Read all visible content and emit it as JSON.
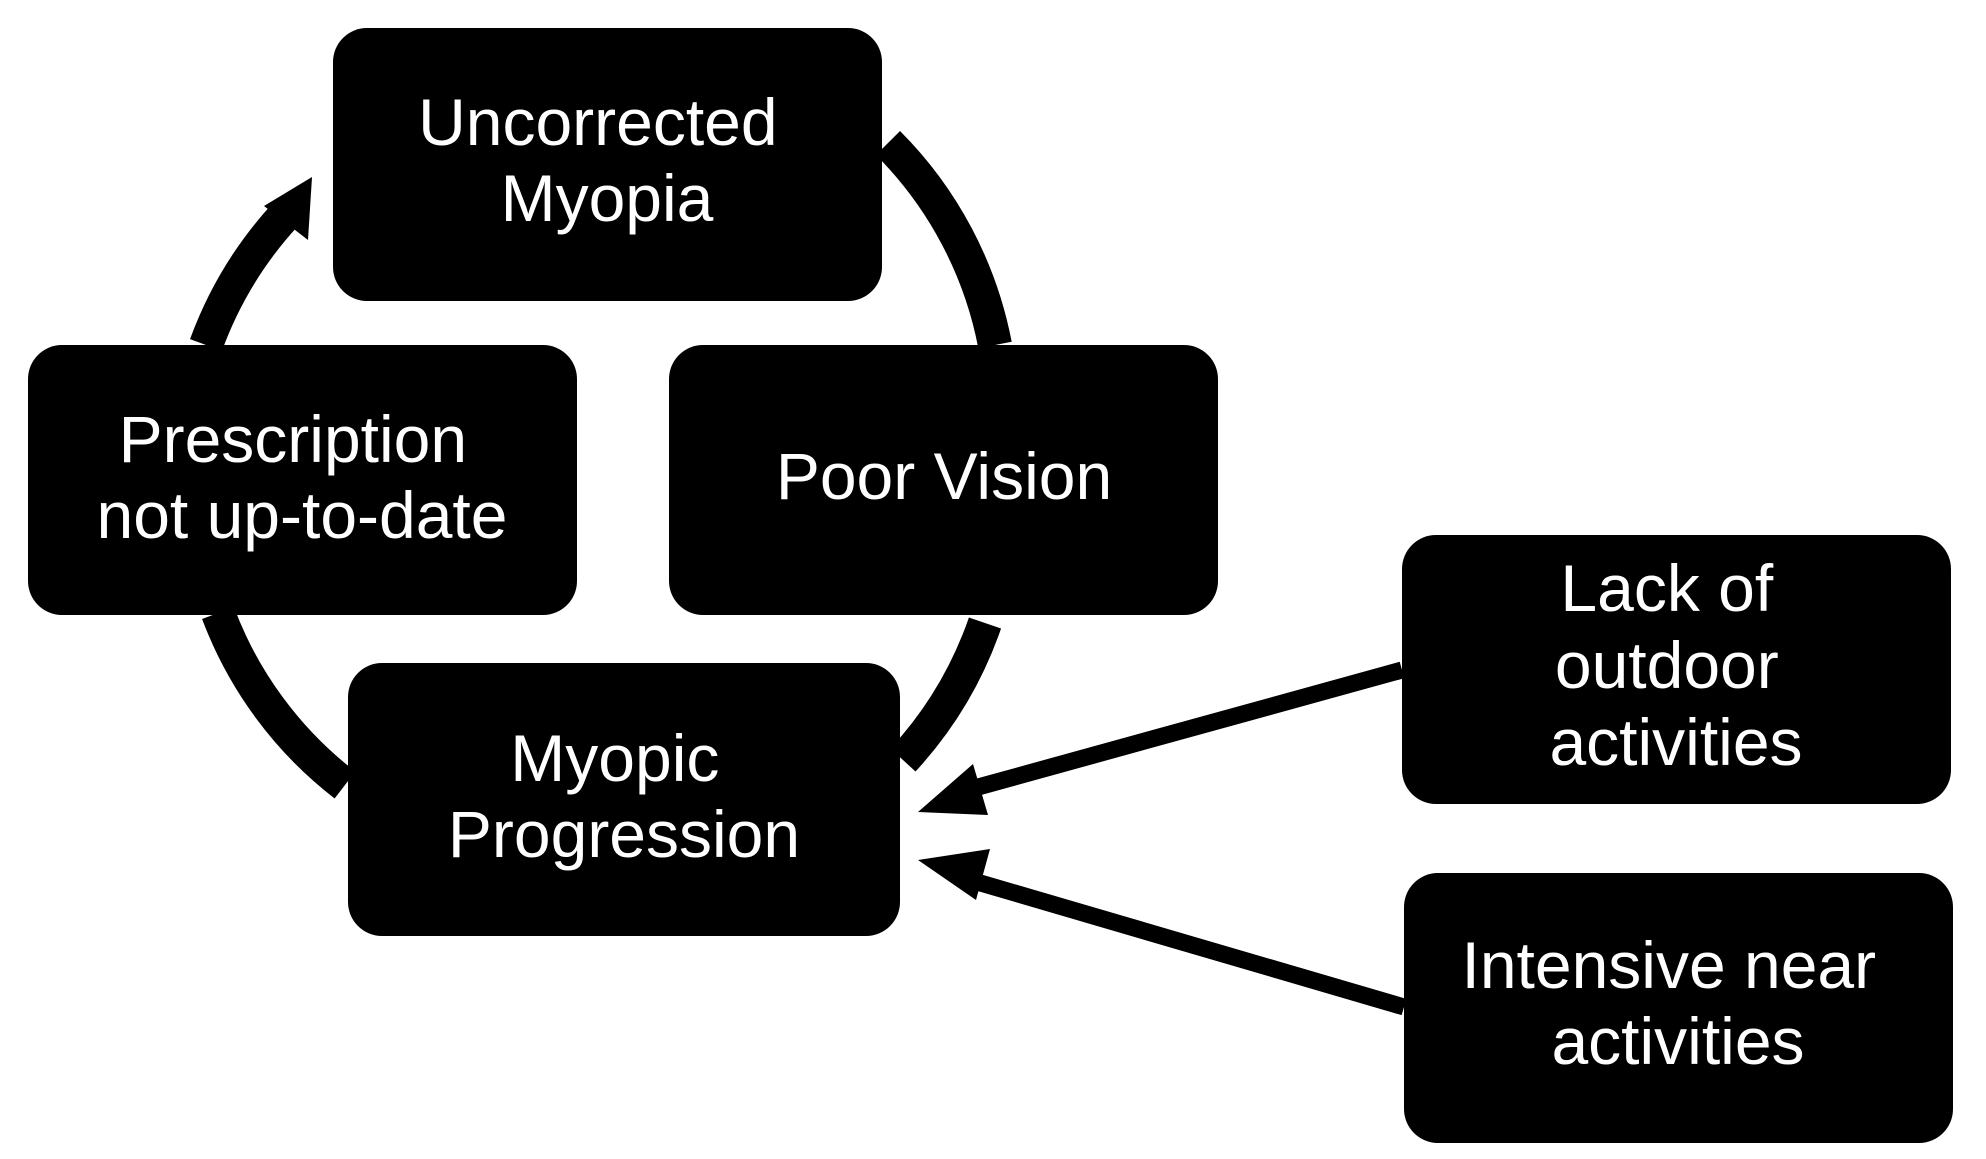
{
  "nodes": {
    "uncorrected": {
      "lines": [
        "Uncorrected",
        "Myopia"
      ]
    },
    "poor_vision": {
      "lines": [
        "Poor Vision"
      ]
    },
    "progression": {
      "lines": [
        "Myopic",
        "Progression"
      ]
    },
    "prescription": {
      "lines": [
        "Prescription",
        "not up-to-date"
      ]
    },
    "outdoor": {
      "lines": [
        "Lack of",
        "outdoor",
        "activities"
      ]
    },
    "near": {
      "lines": [
        "Intensive near",
        "activities"
      ]
    }
  },
  "colors": {
    "box": "#000000",
    "text": "#ffffff",
    "background": "#ffffff"
  }
}
